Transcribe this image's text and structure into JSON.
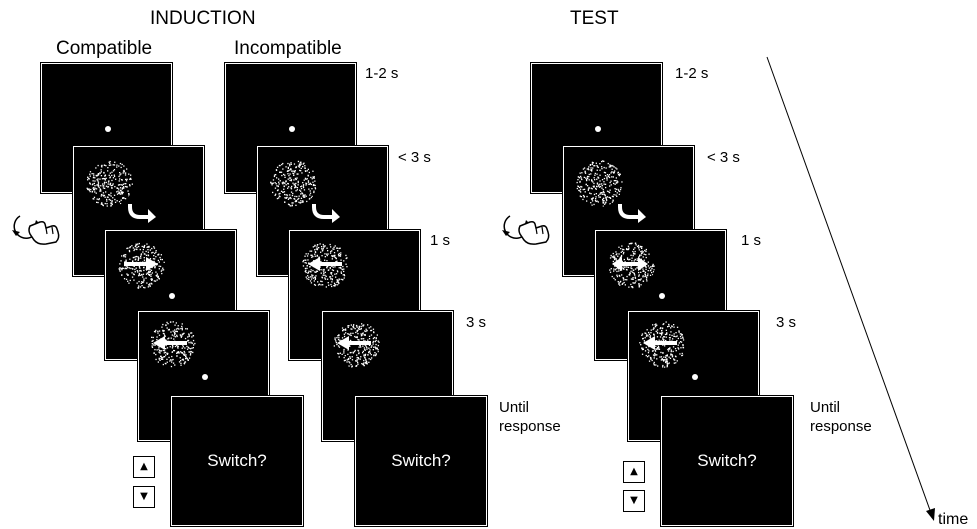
{
  "induction": {
    "title": "INDUCTION",
    "compatible_label": "Compatible",
    "incompatible_label": "Incompatible"
  },
  "test": {
    "title": "TEST"
  },
  "timing": {
    "t1": "1-2 s",
    "t2": "< 3 s",
    "t3": "1 s",
    "t4": "3 s",
    "t5_line1": "Until",
    "t5_line2": "response"
  },
  "prompt_text": "Switch?",
  "key_up": "▲",
  "key_down": "▼",
  "time_label": "time",
  "icons": [
    "hand-rotation-icon",
    "rotate-arrow-icon",
    "random-dot-motion-icon",
    "fixation-dot-icon",
    "left-arrow-icon",
    "double-arrow-icon",
    "up-key-icon",
    "down-key-icon"
  ]
}
